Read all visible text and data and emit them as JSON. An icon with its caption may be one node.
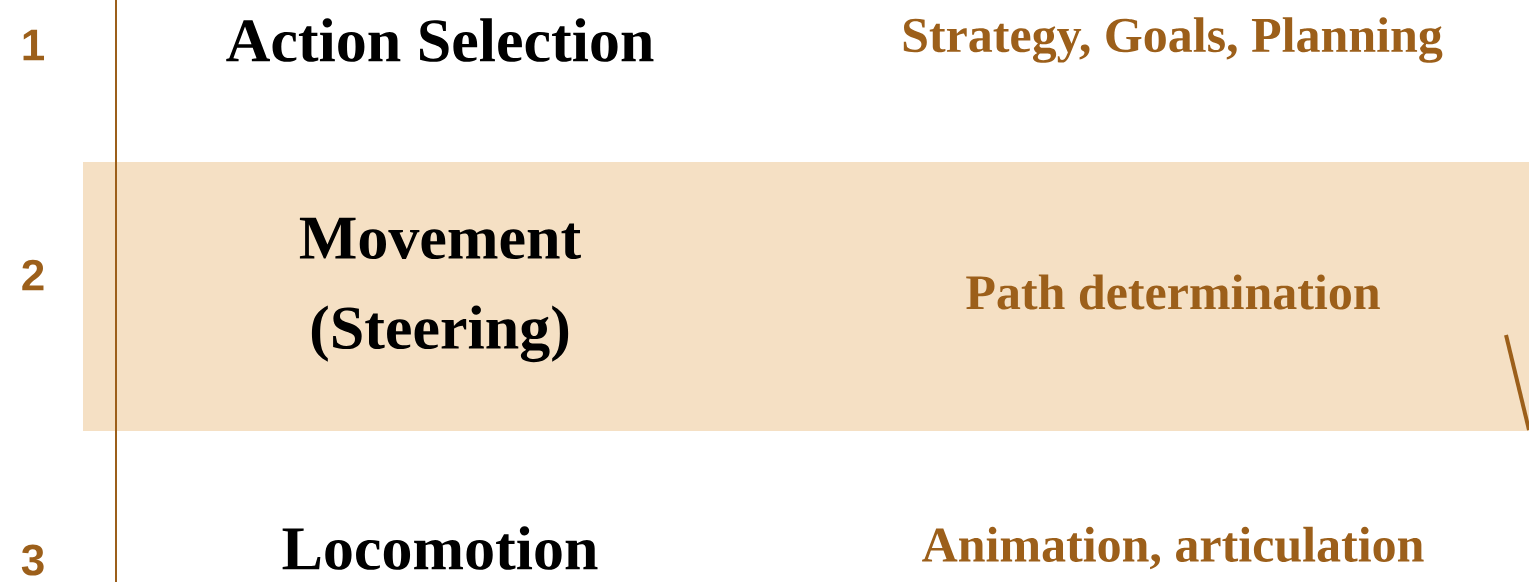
{
  "diagram": {
    "nodes": [
      {
        "text": [
          "Movement (Steering)",
          "Path determination"
        ]
      }
    ],
    "labels": [
      "1",
      "Action Selection",
      "Strategy, Goals, Planning",
      "2",
      "3",
      "Locomotion",
      "Animation, articulation"
    ]
  }
}
